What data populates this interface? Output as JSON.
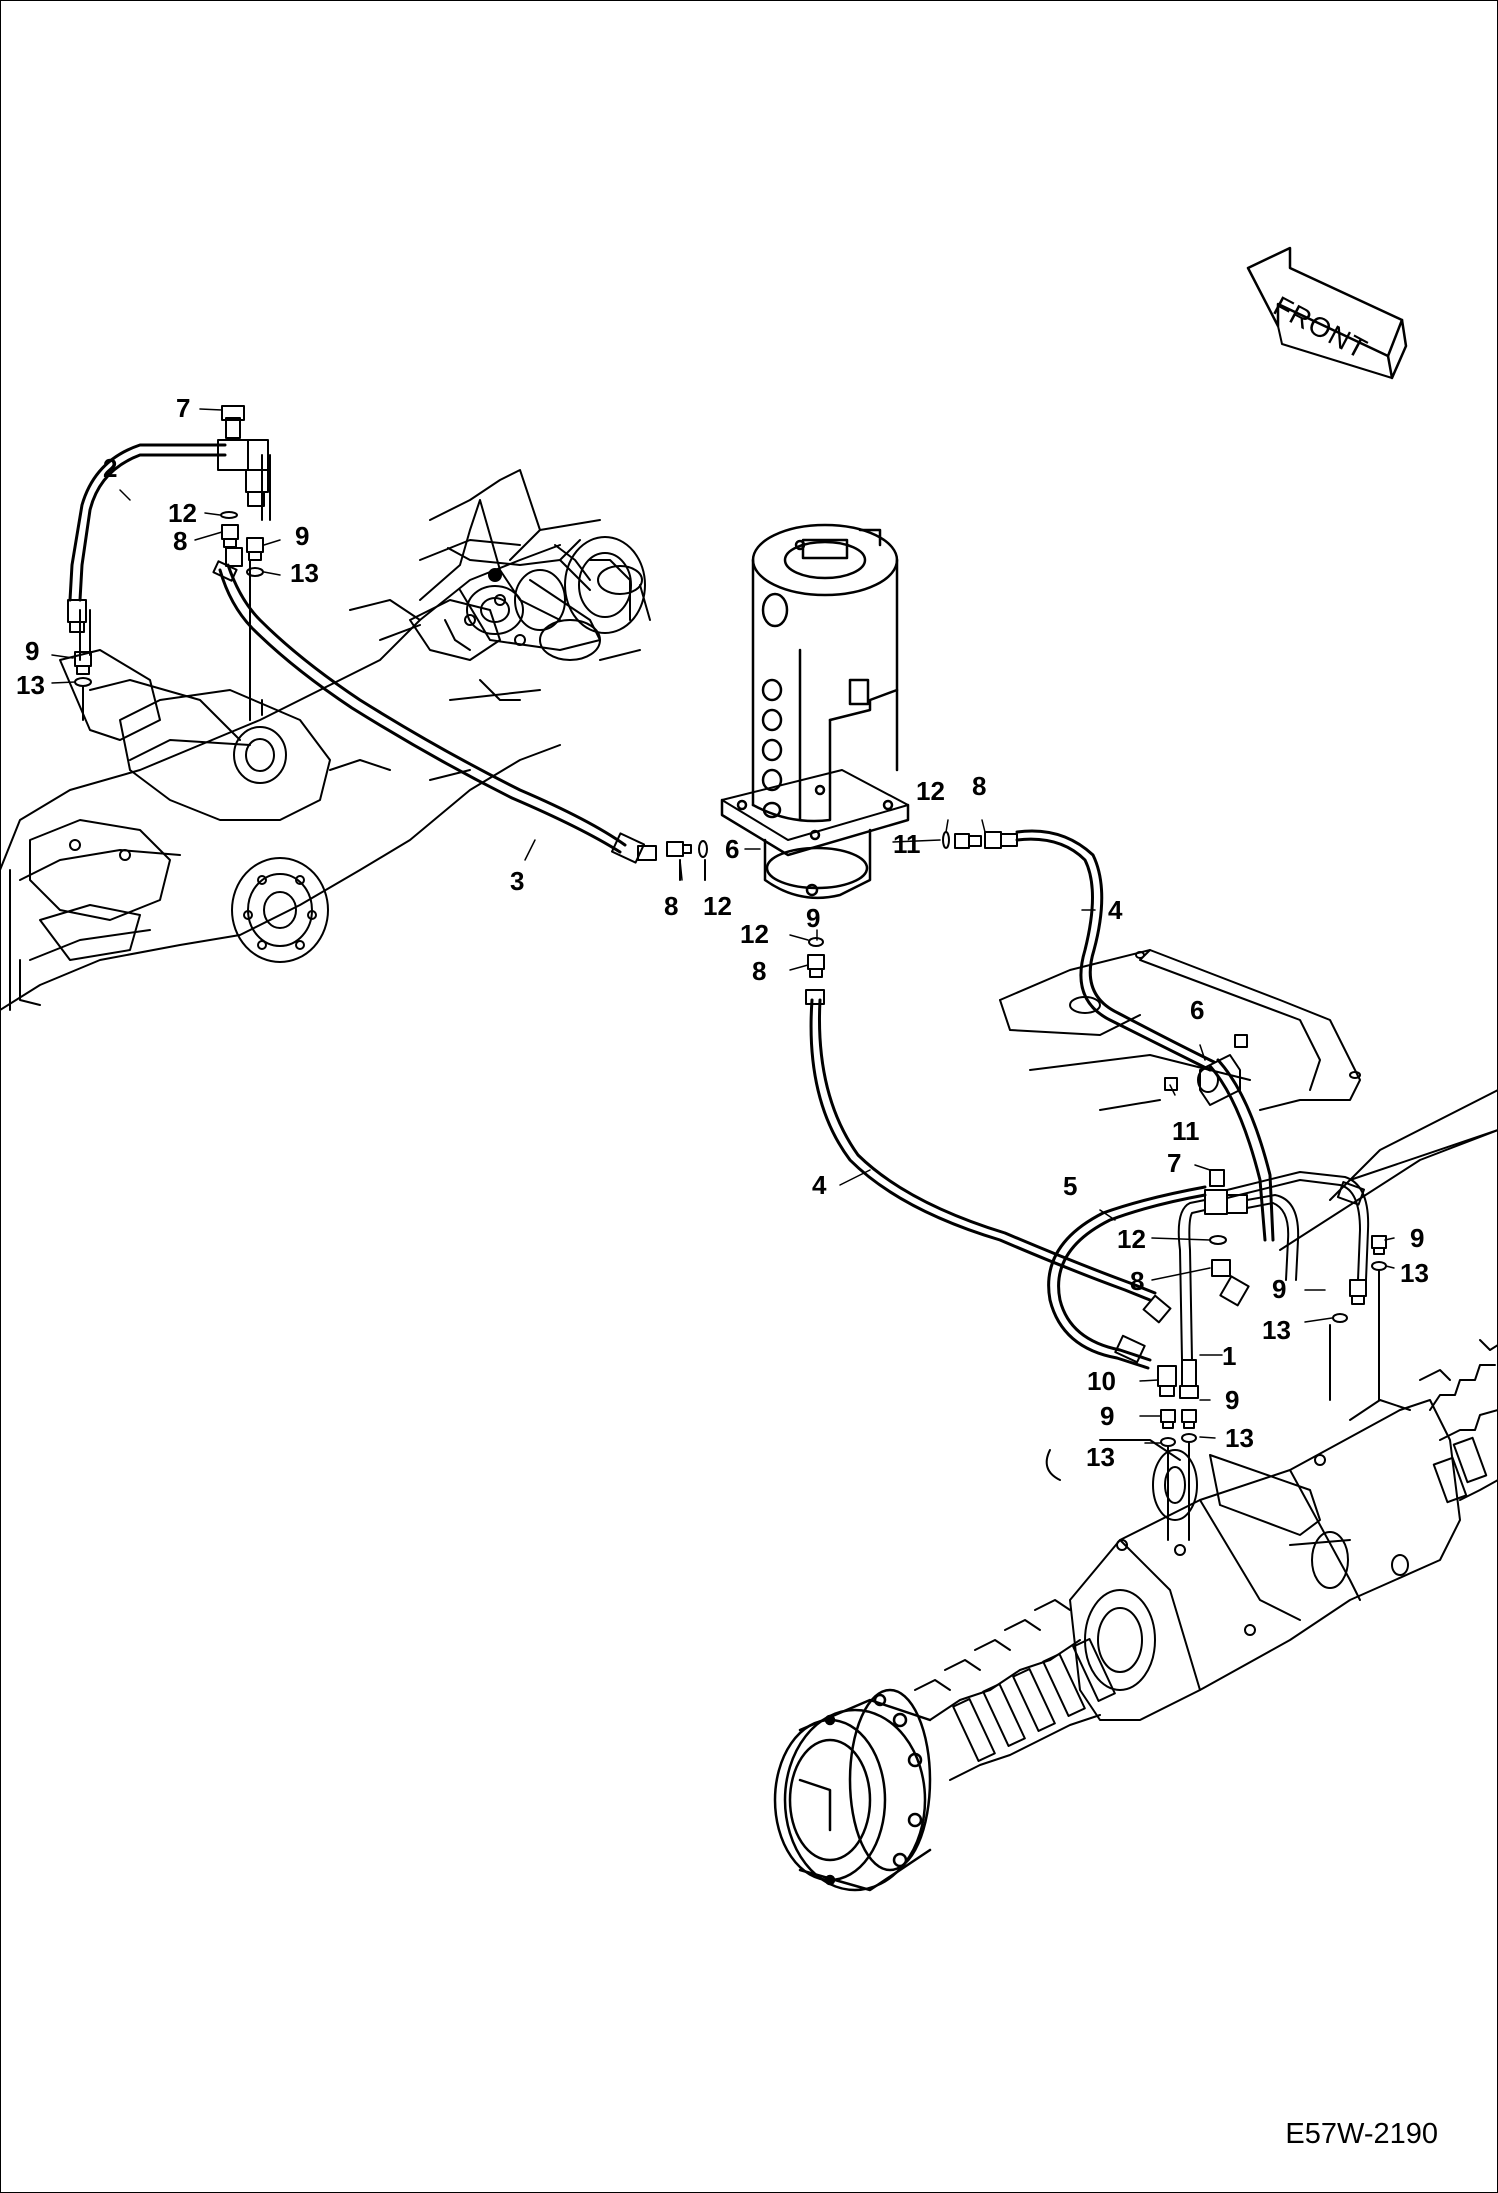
{
  "front_arrow_label": "FRONT",
  "drawing_code": "E57W-2190",
  "callouts": [
    {
      "key": "c1",
      "text": "7"
    },
    {
      "key": "c2",
      "text": "2"
    },
    {
      "key": "c3",
      "text": "12"
    },
    {
      "key": "c4",
      "text": "8"
    },
    {
      "key": "c5",
      "text": "9"
    },
    {
      "key": "c6",
      "text": "13"
    },
    {
      "key": "c7",
      "text": "9"
    },
    {
      "key": "c8",
      "text": "13"
    },
    {
      "key": "c9",
      "text": "3"
    },
    {
      "key": "c10",
      "text": "6"
    },
    {
      "key": "c11",
      "text": "8"
    },
    {
      "key": "c12",
      "text": "12"
    },
    {
      "key": "c13",
      "text": "12"
    },
    {
      "key": "c14",
      "text": "8"
    },
    {
      "key": "c15",
      "text": "11"
    },
    {
      "key": "c16",
      "text": "4"
    },
    {
      "key": "c17",
      "text": "9"
    },
    {
      "key": "c18",
      "text": "12"
    },
    {
      "key": "c19",
      "text": "8"
    },
    {
      "key": "c20",
      "text": "6"
    },
    {
      "key": "c21",
      "text": "11"
    },
    {
      "key": "c22",
      "text": "7"
    },
    {
      "key": "c23",
      "text": "4"
    },
    {
      "key": "c24",
      "text": "5"
    },
    {
      "key": "c25",
      "text": "12"
    },
    {
      "key": "c26",
      "text": "8"
    },
    {
      "key": "c27",
      "text": "9"
    },
    {
      "key": "c28",
      "text": "13"
    },
    {
      "key": "c29",
      "text": "9"
    },
    {
      "key": "c30",
      "text": "13"
    },
    {
      "key": "c31",
      "text": "1"
    },
    {
      "key": "c32",
      "text": "10"
    },
    {
      "key": "c33",
      "text": "9"
    },
    {
      "key": "c34",
      "text": "9"
    },
    {
      "key": "c35",
      "text": "13"
    },
    {
      "key": "c36",
      "text": "13"
    }
  ]
}
